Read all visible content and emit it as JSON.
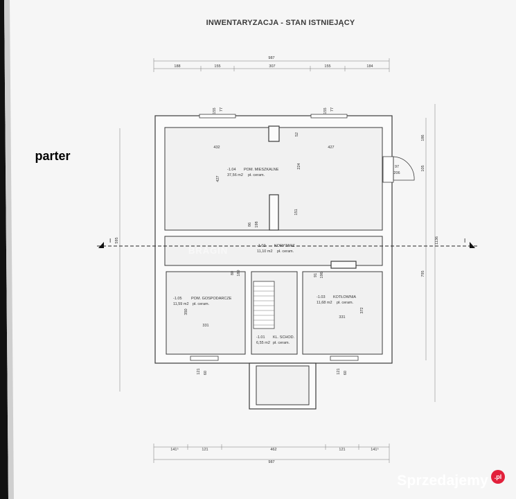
{
  "title": "INWENTARYZACJA - STAN ISTNIEJĄCY",
  "level_label": "parter",
  "section_marker": "I",
  "watermark": {
    "text": "Sprzedajemy",
    "badge": ".pl",
    "faint_overlay": "BRAGIN"
  },
  "dimensions": {
    "top_total": "987",
    "top_segments": [
      "188",
      "155",
      "307",
      "155",
      "184"
    ],
    "top_windows": [
      [
        "155",
        "77"
      ],
      [
        "155",
        "77"
      ]
    ],
    "bottom_total": "987",
    "bottom_segments": [
      "141⁵",
      "121",
      "462",
      "121",
      "141⁵"
    ],
    "bottom_windows": [
      [
        "121",
        "60"
      ],
      [
        "121",
        "60"
      ]
    ],
    "left_vertical": "595",
    "right_outer": "795",
    "right_inner": "1136",
    "right_top": "186",
    "right_mid": "105",
    "door_width": "97",
    "door_height": "206",
    "interior": {
      "main_width_left": "432",
      "main_width_right": "427",
      "main_height": "427",
      "opening_52": "52",
      "height_224": "224",
      "height_151": "151",
      "door_86": "86",
      "door_198": "198",
      "stair_door_80": "80",
      "stair_door_189": "189",
      "gosp_height": "350",
      "gosp_width": "331",
      "kot_door_91": "91",
      "kot_door_196": "196",
      "kot_height": "372",
      "kot_width": "331"
    }
  },
  "rooms": [
    {
      "number": "-1.04",
      "name": "POM. MIESZKALNE",
      "area": "37,56 m2",
      "floor": "pł. ceram."
    },
    {
      "number": "-1.02",
      "name": "KORYTARZ",
      "area": "11,10 m2",
      "floor": "pł. ceram."
    },
    {
      "number": "-1.05",
      "name": "POM. GOSPODARCZE",
      "area": "11,59 m2",
      "floor": "pł. ceram."
    },
    {
      "number": "-1.01",
      "name": "KL. SCHOD.",
      "area": "6,55 m2",
      "floor": "pł. ceram."
    },
    {
      "number": "-1.03",
      "name": "KOTŁOWNIA",
      "area": "11,68 m2",
      "floor": "pł. ceram."
    }
  ]
}
